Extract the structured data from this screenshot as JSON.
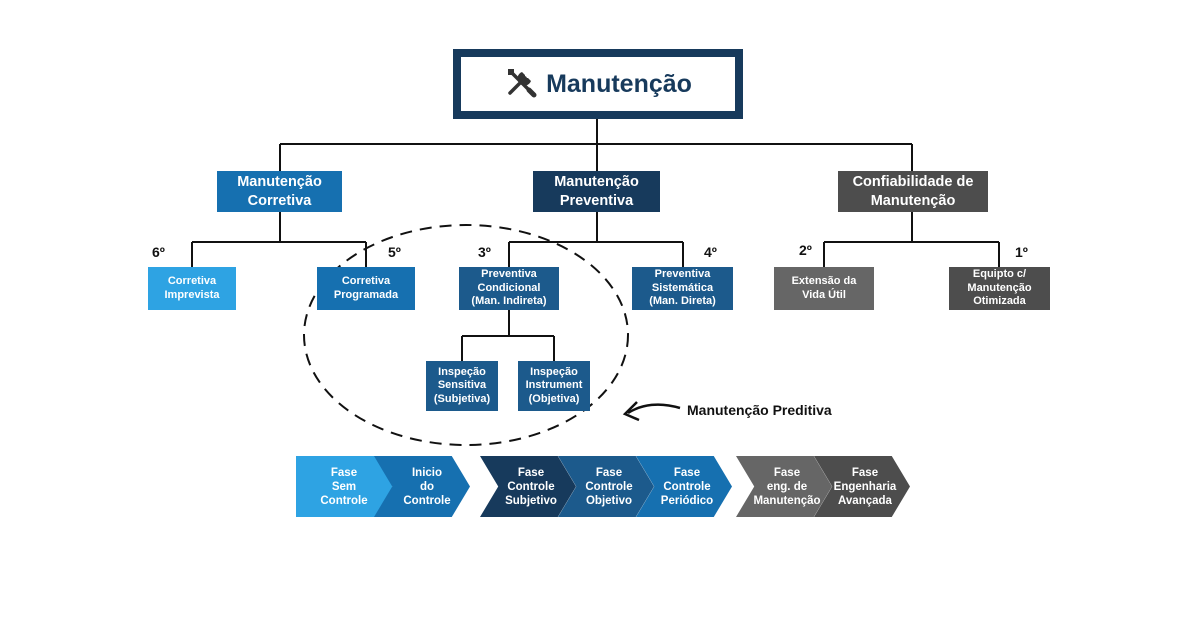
{
  "root": {
    "title": "Manutenção",
    "icon": "wrench-screwdriver-icon"
  },
  "categories": [
    {
      "id": "corretiva",
      "label": "Manutenção\nCorretiva",
      "color": "#1670b0"
    },
    {
      "id": "preventiva",
      "label": "Manutenção\nPreventiva",
      "color": "#173a5c"
    },
    {
      "id": "confiabilidade",
      "label": "Confiabilidade de\nManutenção",
      "color": "#4d4d4d"
    }
  ],
  "leaves": [
    {
      "id": "corretiva-imprevista",
      "label": "Corretiva\nImprevista",
      "rank": "6º",
      "color": "#2ea3e3"
    },
    {
      "id": "corretiva-programada",
      "label": "Corretiva\nProgramada",
      "rank": "5º",
      "color": "#1670b0"
    },
    {
      "id": "preventiva-condicional",
      "label": "Preventiva\nCondicional\n(Man. Indireta)",
      "rank": "3º",
      "color": "#1c5a8c"
    },
    {
      "id": "preventiva-sistematica",
      "label": "Preventiva\nSistemática\n(Man. Direta)",
      "rank": "4º",
      "color": "#1c5a8c"
    },
    {
      "id": "extensao-vida-util",
      "label": "Extensão da\nVida Útil",
      "rank": "2º",
      "color": "#666666"
    },
    {
      "id": "equipto-otimizada",
      "label": "Equipto c/\nManutenção\nOtimizada",
      "rank": "1º",
      "color": "#4d4d4d"
    }
  ],
  "inspections": [
    {
      "id": "inspecao-sensitiva",
      "label": "Inspeção\nSensitiva\n(Subjetiva)",
      "color": "#1c5a8c"
    },
    {
      "id": "inspecao-instrument",
      "label": "Inspeção\nInstrument\n(Objetiva)",
      "color": "#1c5a8c"
    }
  ],
  "annotation": {
    "label": "Manutenção Preditiva"
  },
  "phases": [
    {
      "id": "fase-sem-controle",
      "label": "Fase\nSem\nControle",
      "color": "#2ea3e3"
    },
    {
      "id": "inicio-do-controle",
      "label": "Inicio\ndo\nControle",
      "color": "#1670b0"
    },
    {
      "id": "fase-controle-subjetivo",
      "label": "Fase\nControle\nSubjetivo",
      "color": "#173a5c"
    },
    {
      "id": "fase-controle-objetivo",
      "label": "Fase\nControle\nObjetivo",
      "color": "#1c5a8c"
    },
    {
      "id": "fase-controle-periodico",
      "label": "Fase\nControle\nPeriódico",
      "color": "#1670b0"
    },
    {
      "id": "fase-eng-manutencao",
      "label": "Fase\neng. de\nManutenção",
      "color": "#666666"
    },
    {
      "id": "fase-engenharia-avancada",
      "label": "Fase\nEngenharia\nAvançada",
      "color": "#4d4d4d"
    }
  ]
}
